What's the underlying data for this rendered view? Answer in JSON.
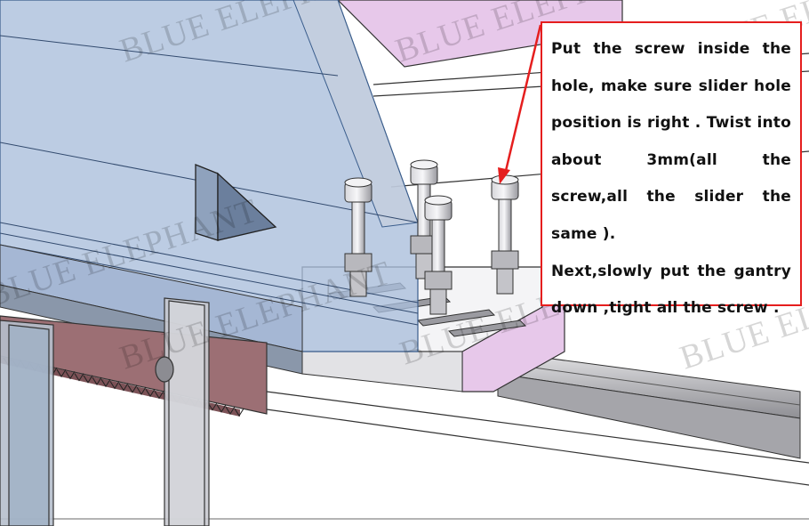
{
  "watermark": "BLUE ELEPHANT",
  "callout": {
    "step_text": "Put the screw inside the hole, make sure slider hole position is right . Twist into about 3mm(all the screw,all the slider the same ).",
    "next_text": "Next,slowly put the gantry down ,tight all the screw ."
  },
  "colors": {
    "callout_border": "#e51e1e",
    "arrow": "#e51e1e",
    "gantry_glass": "#a9bedb",
    "slider_pink": "#e7c8ea",
    "rack": "#9c6f74"
  },
  "icons": [
    "screw-icon",
    "arrow-pointer-icon"
  ]
}
